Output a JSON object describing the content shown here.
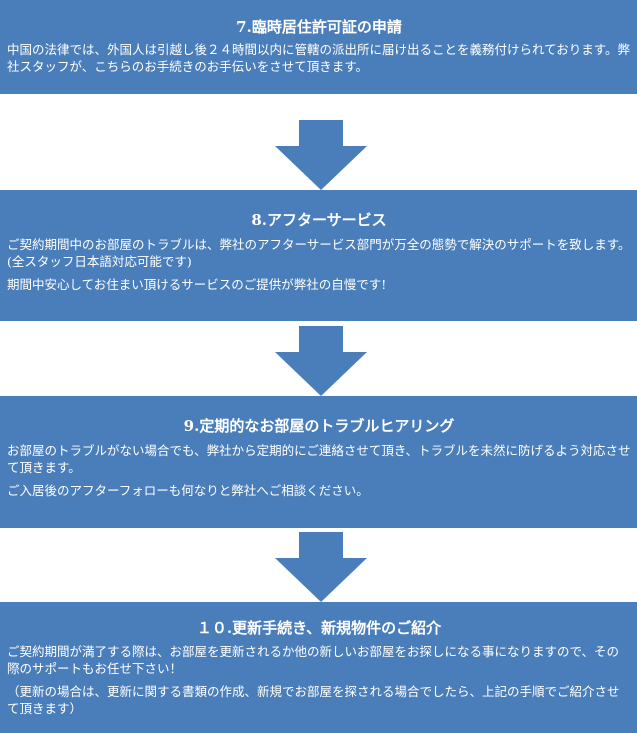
{
  "steps": [
    {
      "title": "7.臨時居住許可証の申請",
      "paragraphs": [
        "中国の法律では、外国人は引越し後２４時間以内に管轄の派出所に届け出ることを義務付けられております。弊社スタッフが、こちらのお手続きのお手伝いをさせて頂きます。"
      ]
    },
    {
      "title": "8.アフターサービス",
      "paragraphs": [
        "ご契約期間中のお部屋のトラブルは、弊社のアフターサービス部門が万全の態勢で解決のサポートを致します。(全スタッフ日本語対応可能です)",
        "期間中安心してお住まい頂けるサービスのご提供が弊社の自慢です!"
      ]
    },
    {
      "title": "9.定期的なお部屋のトラブルヒアリング",
      "paragraphs": [
        "お部屋のトラブルがない場合でも、弊社から定期的にご連絡させて頂き、トラブルを未然に防げるよう対応させて頂きます。",
        "ご入居後のアフターフォローも何なりと弊社へご相談ください。"
      ]
    },
    {
      "title": "１０.更新手続き、新規物件のご紹介",
      "paragraphs": [
        "ご契約期間が満了する際は、お部屋を更新されるか他の新しいお部屋をお探しになる事になりますので、その際のサポートもお任せ下さい！",
        "（更新の場合は、更新に関する書類の作成、新規でお部屋を探される場合でしたら、上記の手順でご紹介させて頂きます）"
      ]
    }
  ],
  "colors": {
    "box": "#4a7ebb",
    "text": "#ffffff",
    "arrow": "#4a7ebb",
    "background": "#ffffff"
  }
}
